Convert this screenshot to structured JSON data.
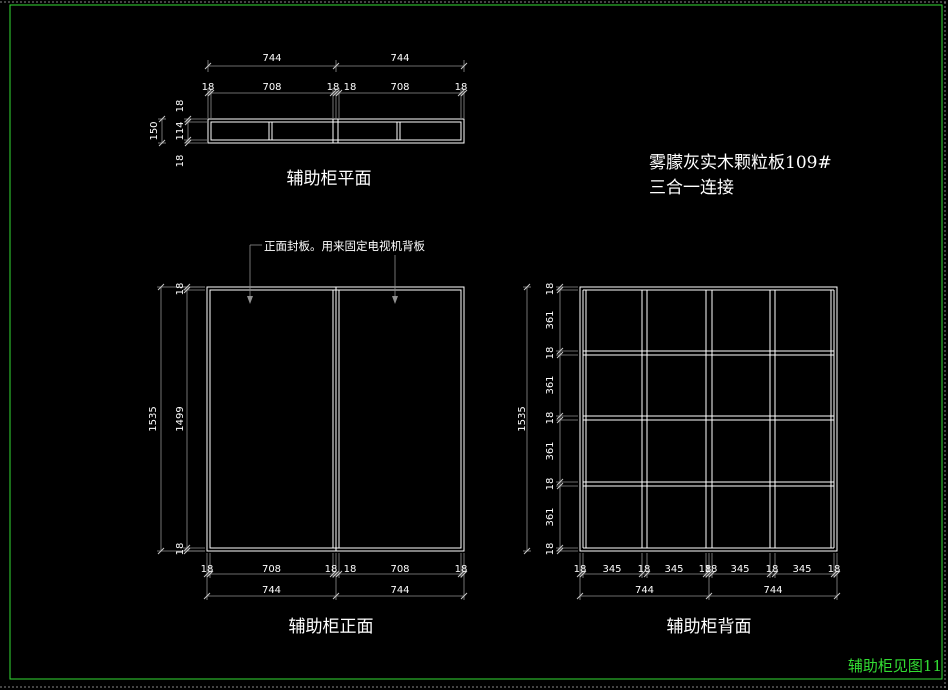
{
  "drawing": {
    "colors": {
      "background": "#000000",
      "line": "#ffffff",
      "dimension": "#909090",
      "border": "#33dd33",
      "reference": "#33dd33"
    },
    "plan_view": {
      "title": "辅助柜平面",
      "dims_top_outer": [
        "744",
        "744"
      ],
      "dims_top_inner": [
        "18",
        "708",
        "18",
        "18",
        "708",
        "18"
      ],
      "dims_left": [
        "18",
        "114",
        "18"
      ],
      "dim_left_total": "150"
    },
    "material_note": {
      "line1": "雾朦灰实木颗粒板109#",
      "line2": "三合一连接"
    },
    "front_view": {
      "title": "辅助柜正面",
      "annotation": "正面封板。用来固定电视机背板",
      "dim_left_total": "1535",
      "dims_left": [
        "18",
        "1499",
        "18"
      ],
      "dims_bottom_inner": [
        "18",
        "708",
        "18",
        "18",
        "708",
        "18"
      ],
      "dims_bottom_outer": [
        "744",
        "744"
      ]
    },
    "back_view": {
      "title": "辅助柜背面",
      "dim_left_total": "1535",
      "dims_left": [
        "18",
        "361",
        "18",
        "361",
        "18",
        "361",
        "18",
        "361",
        "18"
      ],
      "dims_bottom_inner": [
        "18",
        "345",
        "18",
        "345",
        "18",
        "18",
        "345",
        "18",
        "345",
        "18"
      ],
      "dims_bottom_outer": [
        "744",
        "744"
      ]
    },
    "sheet_reference": "辅助柜见图11"
  }
}
